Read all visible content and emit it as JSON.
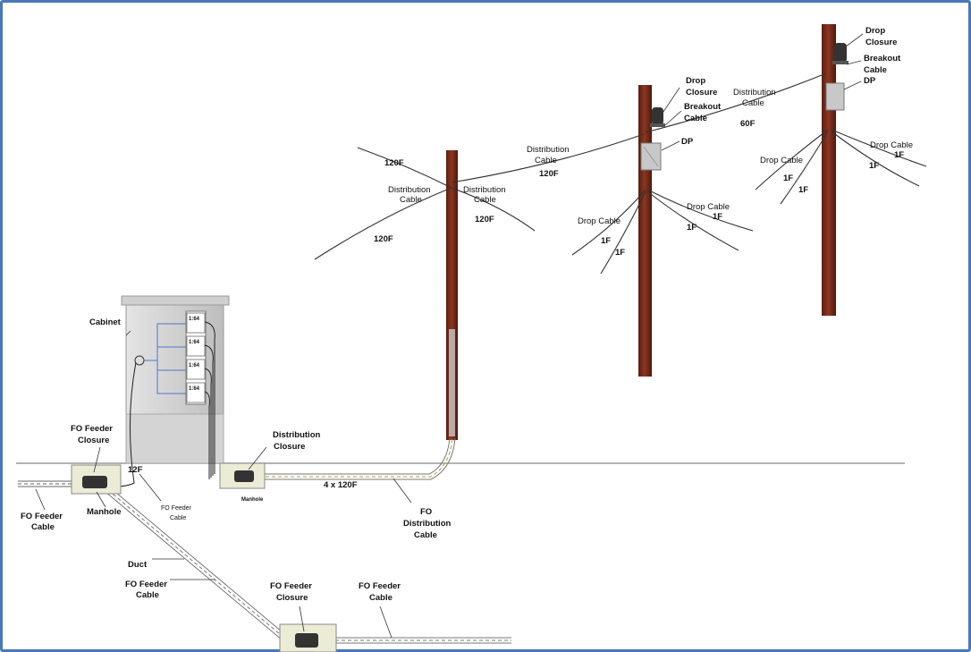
{
  "labels": {
    "drop_closure": [
      "Drop",
      "Closure"
    ],
    "breakout_cable": [
      "Breakout",
      "Cable"
    ],
    "dp": "DP",
    "distribution_cable": [
      "Distribution",
      "Cable"
    ],
    "drop_cable": "Drop Cable",
    "f120": "120F",
    "f60": "60F",
    "f1": "1F",
    "f12": "12F",
    "cabinet": "Cabinet",
    "splitter": "1:64",
    "fo_feeder_closure": [
      "FO Feeder",
      "Closure"
    ],
    "fo_feeder_cable": [
      "FO Feeder",
      "Cable"
    ],
    "distribution_closure": [
      "Distribution",
      "Closure"
    ],
    "manhole": "Manhole",
    "four_x_120f": "4 x 120F",
    "fo_distribution_cable": [
      "FO",
      "Distribution",
      "Cable"
    ],
    "duct": "Duct"
  },
  "colors": {
    "frame": "#4a78b8",
    "pole": "#7a2e1c",
    "pole_shade": "#4e1a0f",
    "cabinet": "#d8d8d8",
    "splitter_line": "#4a78c8",
    "ground": "#9a9a9a",
    "closure_box": "#ecebd6"
  }
}
